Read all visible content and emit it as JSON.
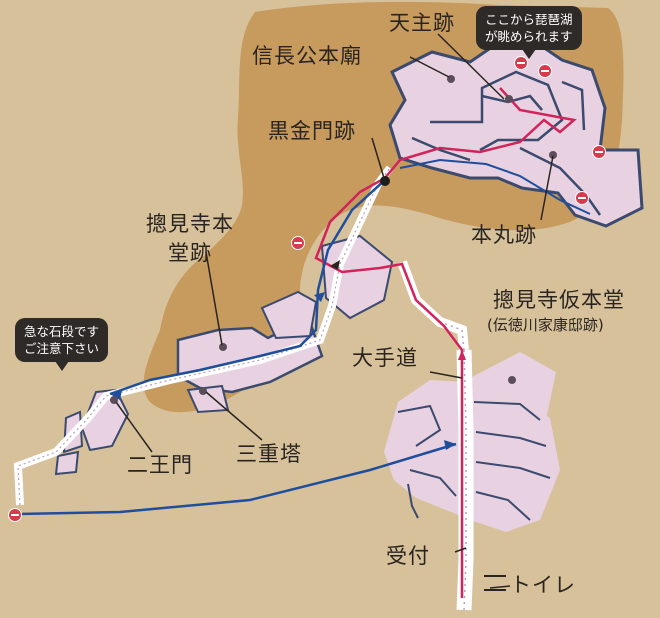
{
  "map": {
    "labels": {
      "tenshu": "天主跡",
      "nobunaga": "信長公本廟",
      "kurogane": "黒金門跡",
      "honmaru": "本丸跡",
      "sokenji_hondo": "摠見寺本堂跡",
      "sokenji_kari": "摠見寺仮本堂",
      "ieyasu": "(伝徳川家康邸跡)",
      "otemichi": "大手道",
      "sanju": "三重塔",
      "niomon": "二王門",
      "uketsuke": "受付",
      "toilet": "トイレ"
    },
    "callouts": {
      "biwako": "ここから琵琶湖\nが眺められます",
      "stairs": "急な石段です\nご注意下さい"
    },
    "colors": {
      "background": "#d7c19a",
      "mountain": "#c79a5e",
      "building": "#e8d2e1",
      "wall": "#3b4a6e",
      "route_red": "#d0245a",
      "route_blue": "#1e4e9c",
      "no_entry": "#d83a4d"
    }
  }
}
